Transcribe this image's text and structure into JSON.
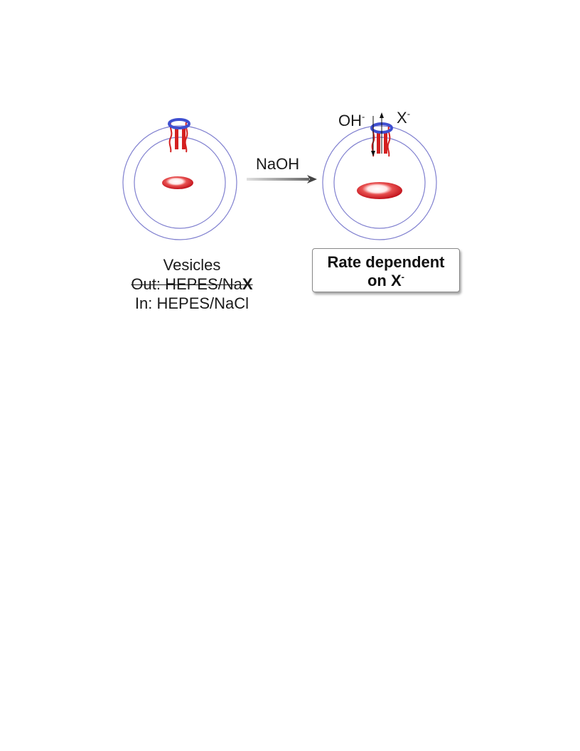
{
  "reagent": {
    "arrow_label": "NaOH"
  },
  "left_vesicle": {
    "caption_title": "Vesicles",
    "caption_out_prefix": "Out: HEPES/Na",
    "caption_out_anion": "X",
    "caption_in": "In: HEPES/NaCl"
  },
  "right_vesicle": {
    "ion_in": "OH",
    "ion_out": "X",
    "charge": "-"
  },
  "result": {
    "line1": "Rate dependent",
    "line2_prefix": "on X",
    "line2_charge": "-"
  },
  "colors": {
    "membrane": "#7f7fcf",
    "ring": "#3f4fd0",
    "transporter": "#d42020",
    "dye": "#d81f2a",
    "arrow": "#555555"
  }
}
